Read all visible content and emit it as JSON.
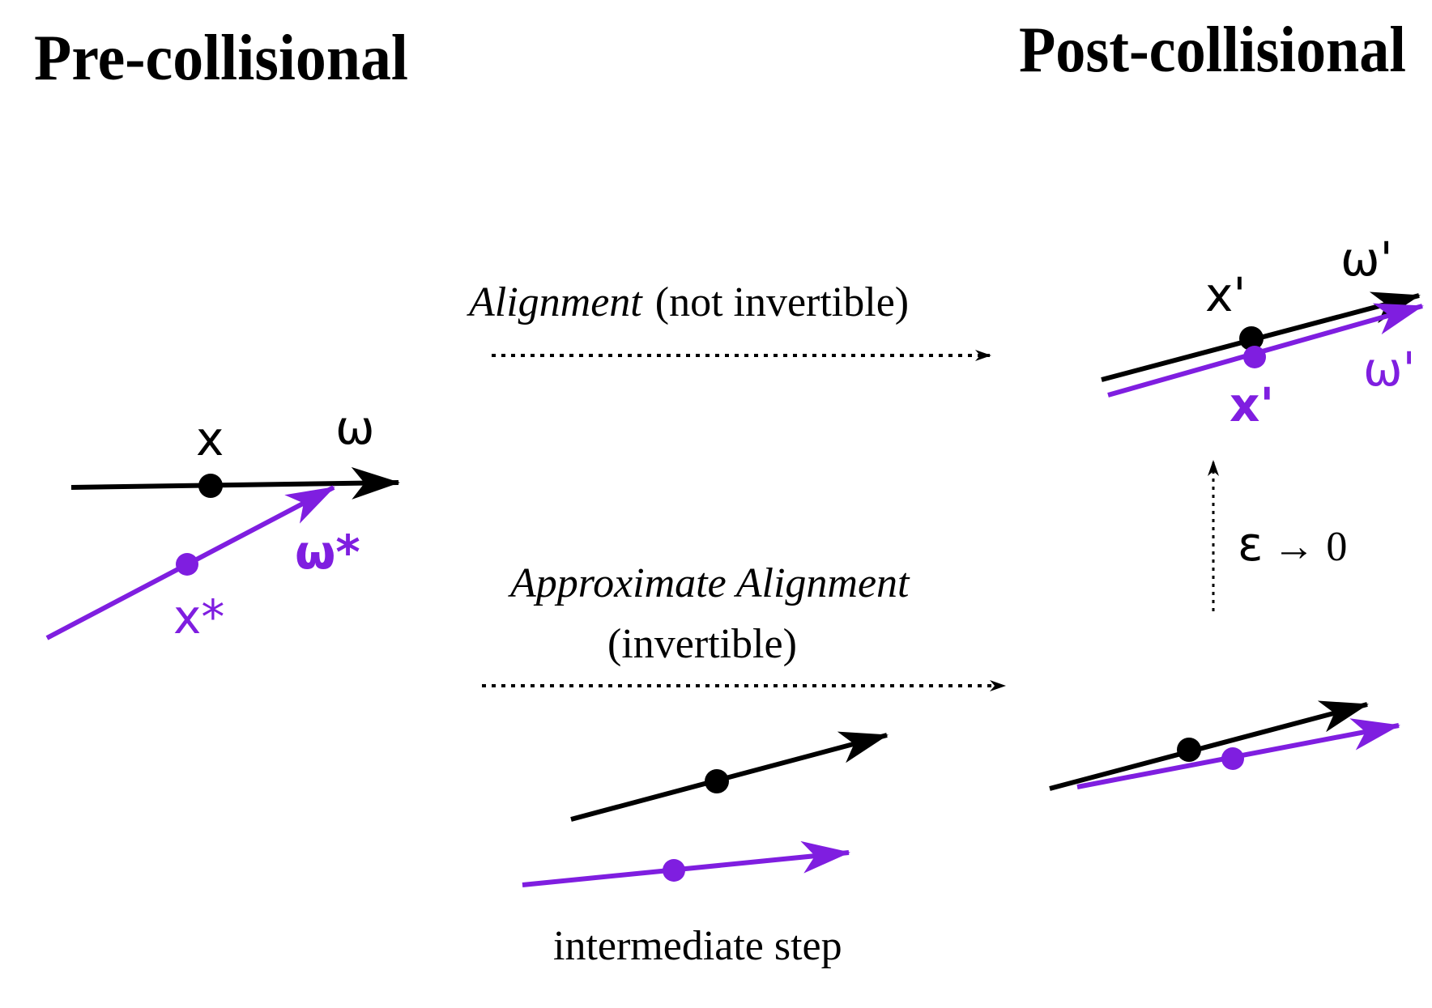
{
  "headings": {
    "pre": "Pre-collisional",
    "post": "Post-collisional"
  },
  "alignment": {
    "name": "Alignment",
    "note": "(not invertible)"
  },
  "approximate_alignment": {
    "name": "Approximate Alignment",
    "note": "(invertible)"
  },
  "limit": {
    "epsilon": "ε",
    "arrow": "→",
    "zero": "0"
  },
  "intermediate_caption": "intermediate step",
  "labels": {
    "x": "x",
    "omega": "ω",
    "x_star": "x*",
    "omega_star": "ω*",
    "x_prime": "x'",
    "omega_prime": "ω'"
  },
  "colors": {
    "black_particle": "#000000",
    "purple_particle": "#7f1ee0"
  }
}
